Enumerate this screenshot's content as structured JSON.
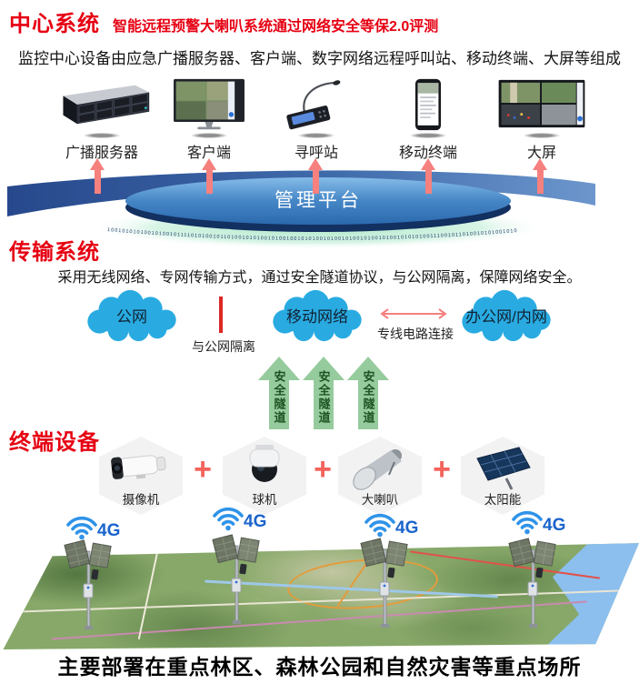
{
  "header": {
    "title": "中心系统",
    "subtitle": "智能远程预警大喇叭系统通过网络安全等保2.0评测",
    "description": "监控中心设备由应急广播服务器、客户端、数字网络远程呼叫站、移动终端、大屏等组成"
  },
  "center_devices": [
    {
      "label": "广播服务器"
    },
    {
      "label": "客户端"
    },
    {
      "label": "寻呼站"
    },
    {
      "label": "移动终端"
    },
    {
      "label": "大屏"
    }
  ],
  "platform": {
    "label": "管理平台",
    "binary_stream": "1001010101001010010111101010010110100101010010100100101010010100101001010010100101010100111001011010010101001010"
  },
  "transmission": {
    "title": "传输系统",
    "description": "采用无线网络、专网传输方式，通过安全隧道协议，与公网隔离，保障网络安全。",
    "clouds": [
      {
        "label": "公网"
      },
      {
        "label": "移动网络"
      },
      {
        "label": "办公网/内网"
      }
    ],
    "isolation_label": "与公网隔离",
    "leased_line_label": "专线电路连接",
    "tunnels": [
      {
        "label": "安全隧道"
      },
      {
        "label": "安全隧道"
      },
      {
        "label": "安全隧道"
      }
    ]
  },
  "terminal": {
    "title": "终端设备",
    "plus_sign": "+",
    "devices": [
      {
        "label": "摄像机"
      },
      {
        "label": "球机"
      },
      {
        "label": "大喇叭"
      },
      {
        "label": "太阳能"
      }
    ]
  },
  "field": {
    "network_label": "4G",
    "station_count": 4
  },
  "footer": {
    "text": "主要部署在重点林区、森林公园和自然灾害等重点场所"
  },
  "colors": {
    "accent_red": "#e60012",
    "cloud_blue": "#29abe2",
    "arrow_pink": "#f5807e",
    "tunnel_green": "#96cb9d",
    "wifi_blue": "#2f93e8",
    "label_4g_blue": "#1a64cc",
    "platform_disk_blue": "#3f83c4",
    "swoosh_navy": "#27488c"
  }
}
